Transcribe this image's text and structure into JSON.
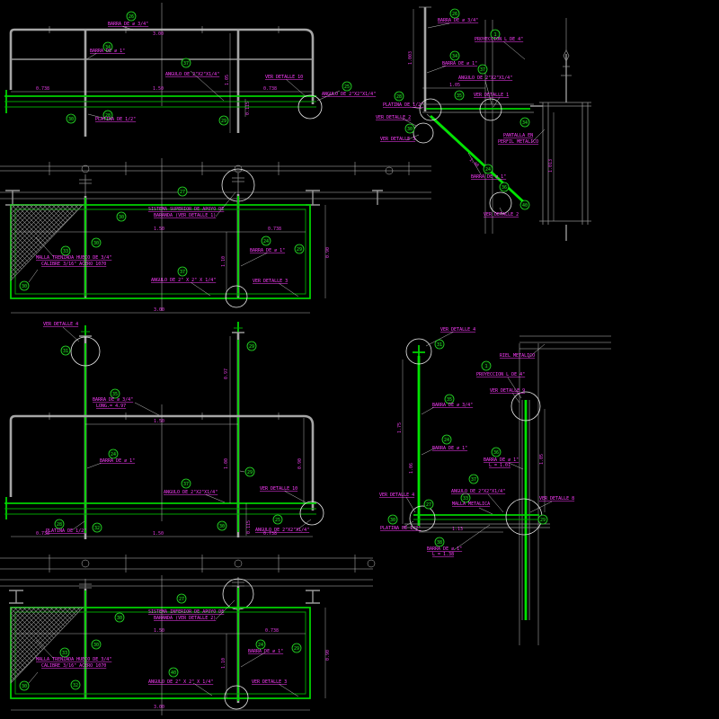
{
  "colors": {
    "background": "#000000",
    "rail_gray": "#a6a6a6",
    "green": "#00e400",
    "magenta": "#ff3dff",
    "balloon_green": "#27e227"
  },
  "views": {
    "tl": {
      "barra34": "BARRA DE ∅ 3/4\"",
      "barra1": "BARRA DE ∅ 1\"",
      "angulo": "ANGULO DE 2\"X2\"X1/4\"",
      "ver10": "VER DETALLE 10",
      "angulo2": "ANGULO DE 2\"X2\"X1/4\"",
      "platina": "PLATINA DE 1/2\"",
      "b26": "26",
      "b34": "34",
      "b37": "37",
      "b25": "25",
      "b30": "30",
      "b28": "28",
      "b29": "29",
      "d1": "0.738",
      "d2": "1.50",
      "d3": "0.738",
      "d4": "3.00",
      "d5": "1.05",
      "d6": "0.115"
    },
    "tr": {
      "barra34": "BARRA DE ∅ 3/4\"",
      "proyeccion": "PROYECCION L DE 4\"",
      "barra1": "BARRA DE ∅ 1\"",
      "angulo": "ANGULO DE 2\"X2\"X1/4\"",
      "ver1": "VER DETALLE 1",
      "platina": "PLATINA DE 1/2\"",
      "ver2": "VER DETALLE 2",
      "ver3": "VER DETALLE 3",
      "barra1b": "BARRA DE ∅ 1\"",
      "pantalla1": "PANTALLA EN",
      "pantalla2": "PERFIL METALICO",
      "ver2b": "VER DETALLE 2",
      "b26": "26",
      "b1": "1",
      "b34": "34",
      "b37": "37",
      "b35": "35",
      "b28": "28",
      "b30": "30",
      "b24": "24",
      "b34b": "34",
      "b36": "36",
      "b40": "40",
      "d1": "1.05",
      "d2": "1.003",
      "d3": "1.40",
      "d4": "1.013"
    },
    "pc": {
      "sistema1": "SISTEMA SUPERIOR DE APOYO DE",
      "sistema2": "BARANDA (VER DETALLE 1)",
      "malla1": "MALLA TRENZADA HUECO DE 3/4\"",
      "malla2": "CALIBRE 3/16\" ACERO 1070",
      "barra1": "BARRA DE ∅ 1\"",
      "angulo": "ANGULO DE 2\" X 2\" X 1/4\"",
      "ver3": "VER DETALLE 3",
      "b27": "27",
      "b30t": "30",
      "b30m": "30",
      "b33": "33",
      "b30b": "30",
      "b24": "24",
      "b29": "29",
      "b37": "37",
      "d1": "1.50",
      "d2": "0.738",
      "d3": "3.00",
      "d4": "1.10",
      "d5": "0.90"
    },
    "ml": {
      "ver4": "VER DETALLE 4",
      "barra34": "BARRA DE ∅ 3/4\"",
      "long": "LONG.= 4.97",
      "barra1": "BARRA DE ∅ 1\"",
      "angulo": "ANGULO DE 2\"X2\"X1/4\"",
      "ver10": "VER DETALLE 10",
      "angulo2": "ANGULO DE 2\"X2\"X1/4\"",
      "platina": "PLATINA DE 1/2\"",
      "b31": "31",
      "b29t": "29",
      "b35": "35",
      "b24": "24",
      "b37": "37",
      "b29m": "29",
      "b28": "28",
      "b32": "32",
      "b30": "30",
      "b25": "25",
      "d1": "1.50",
      "d2": "0.97",
      "d3": "1.00",
      "d4": "0.90",
      "d5": "0.738",
      "d6": "1.50",
      "d7": "0.738",
      "d8": "0.115"
    },
    "mr": {
      "ver4": "VER DETALLE 4",
      "riel": "RIEL METALICO",
      "proyeccion": "PROYECCION L DE 4\"",
      "ver9": "VER DETALLE 9",
      "barra34": "BARRA DE ∅ 3/4\"",
      "barra1": "BARRA DE ∅ 1\"",
      "barra1b": "BARRA DE ∅ 1\"",
      "len1": "L = 1.01",
      "angulo": "ANGULO DE 2\"X2\"X1/4\"",
      "malla": "MALLA METALICA",
      "ver4b": "VER DETALLE 4",
      "platina": "PLATINA DE 1/2\"",
      "ver8": "VER DETALLE 8",
      "barra1c": "BARRA DE ∅ 1\"",
      "len2": "L = 1.38",
      "b31": "31",
      "b1": "1",
      "b35": "35",
      "b24": "24",
      "b36": "36",
      "b37": "37",
      "b33": "33",
      "b27": "27",
      "b30": "30",
      "b29": "29",
      "b38": "38",
      "d1": "1.75",
      "d2": "1.06",
      "d3": "1.05",
      "d4": "1.13"
    },
    "pb": {
      "sistema1": "SISTEMA INFERIOR DE APOYO DE",
      "sistema2": "BARANDA (VER DETALLE 2)",
      "malla1": "MALLA TRENZADA HUECO DE 3/4\"",
      "malla2": "CALIBRE 3/16\" ACERO 1070",
      "barra1": "BARRA DE ∅ 1\"",
      "angulo": "ANGULO DE 2\" X 2\" X 1/4\"",
      "ver3": "VER DETALLE 3",
      "b27": "27",
      "b30t": "30",
      "b30m": "30",
      "b33": "33",
      "b30b": "30",
      "b32": "32",
      "b24": "24",
      "b29": "29",
      "b40": "40",
      "d1": "1.50",
      "d2": "0.738",
      "d3": "3.00",
      "d4": "1.10",
      "d5": "0.90"
    }
  }
}
